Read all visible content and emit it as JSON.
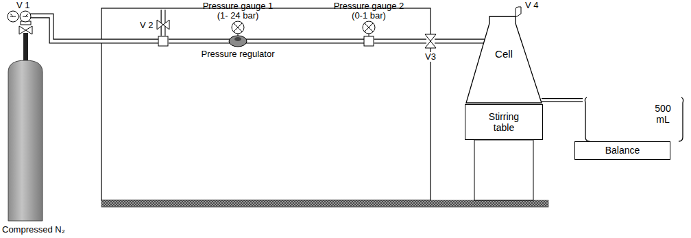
{
  "diagram": {
    "nodes": [
      {
        "text": [
          "Cell"
        ]
      },
      {
        "text": [
          "Stirring table"
        ]
      },
      {
        "text": [
          "500 mL"
        ]
      },
      {
        "text": [
          "Balance"
        ]
      }
    ],
    "edges": [
      {
        "from": 0,
        "to": 2,
        "arrow": "none"
      }
    ],
    "labels": [
      "V 1",
      "V 2",
      "Pressure gauge 1",
      "(1- 24 bar)",
      "Pressure regulator",
      "Pressure gauge 2",
      "(0-1 bar)",
      "V3",
      "V 4",
      "Compressed N₂"
    ]
  }
}
